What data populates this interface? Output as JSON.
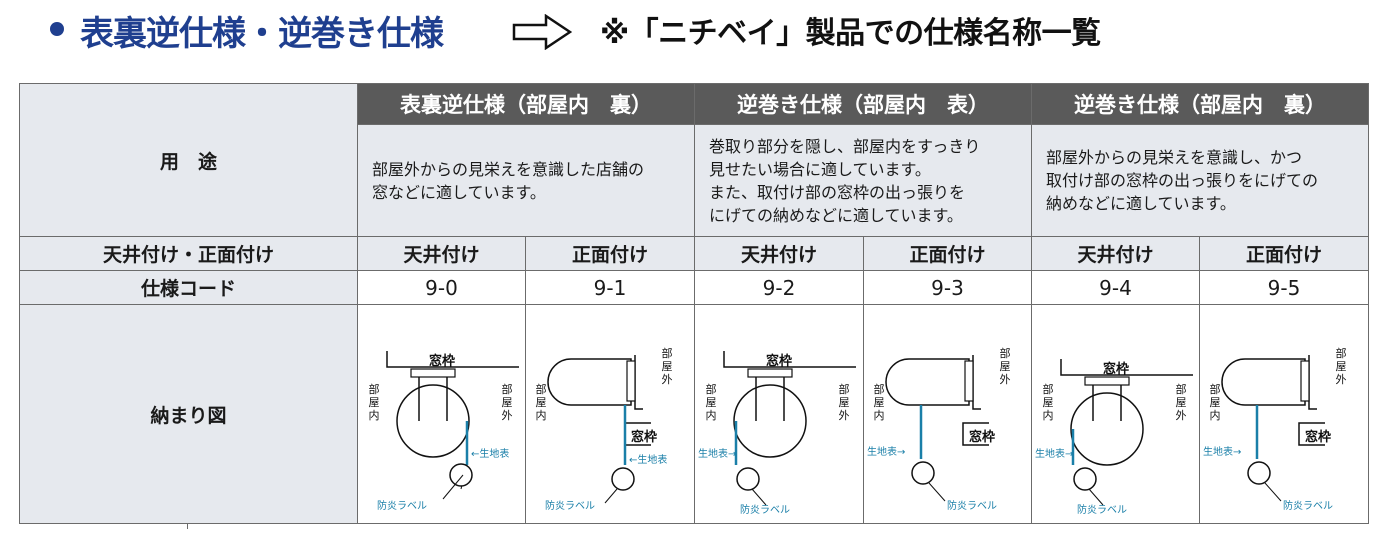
{
  "title": {
    "main": "表裏逆仕様・逆巻き仕様",
    "sub": "※「ニチベイ」製品での仕様名称一覧"
  },
  "table": {
    "row_labels": {
      "use": "用　途",
      "mount": "天井付け・正面付け",
      "code": "仕様コード",
      "diagram": "納まり図"
    },
    "groups": [
      {
        "header": "表裏逆仕様（部屋内　裏）",
        "use_lines": [
          "部屋外からの見栄えを意識した店舗の",
          "窓などに適しています。"
        ]
      },
      {
        "header": "逆巻き仕様（部屋内　表）",
        "use_lines": [
          "巻取り部分を隠し、部屋内をすっきり",
          "見せたい場合に適しています。",
          "また、取付け部の窓枠の出っ張りを",
          "にげての納めなどに適しています。"
        ]
      },
      {
        "header": "逆巻き仕様（部屋内　裏）",
        "use_lines": [
          "部屋外からの見栄えを意識し、かつ",
          "取付け部の窓枠の出っ張りをにげての",
          "納めなどに適しています。"
        ]
      }
    ],
    "columns": [
      {
        "mount": "天井付け",
        "code": "9-0"
      },
      {
        "mount": "正面付け",
        "code": "9-1"
      },
      {
        "mount": "天井付け",
        "code": "9-2"
      },
      {
        "mount": "正面付け",
        "code": "9-3"
      },
      {
        "mount": "天井付け",
        "code": "9-4"
      },
      {
        "mount": "正面付け",
        "code": "9-5"
      }
    ]
  },
  "diagram_labels": {
    "frame": "窓枠",
    "inside_chars": [
      "部",
      "屋",
      "内"
    ],
    "outside_chars": [
      "部",
      "屋",
      "外"
    ],
    "fabric_face": "←生地表",
    "fabric_face_left": "生地表→",
    "label": "防炎ラベル"
  },
  "colors": {
    "title_blue": "#1f3f8f",
    "header_bg": "#5a5a5a",
    "label_bg": "#e6e9ee",
    "fabric": "#1a7fa8"
  }
}
